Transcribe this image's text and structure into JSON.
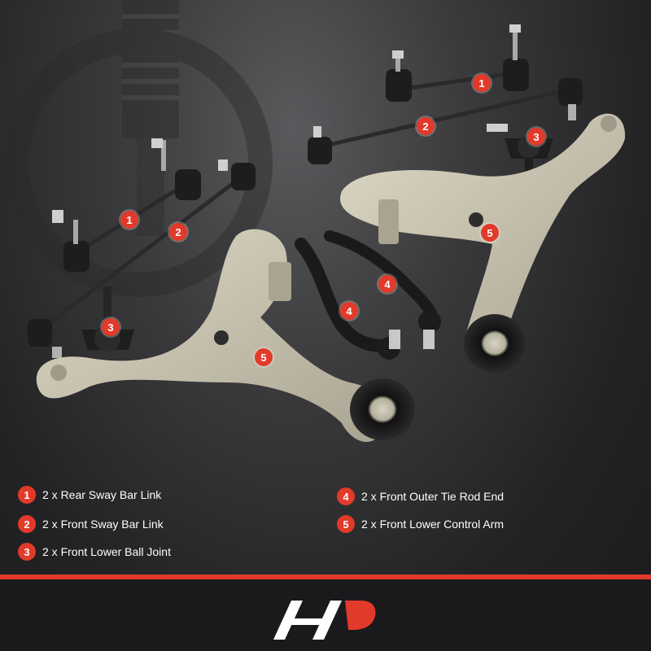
{
  "colors": {
    "accent": "#e23a2a",
    "background": "#1f1f21",
    "text": "#ffffff",
    "arm": "#c9c5b3"
  },
  "legend": {
    "items": [
      {
        "number": "1",
        "label": "2 x Rear Sway Bar Link"
      },
      {
        "number": "2",
        "label": "2 x Front Sway Bar Link"
      },
      {
        "number": "3",
        "label": "2 x Front Lower Ball Joint"
      },
      {
        "number": "4",
        "label": "2 x Front Outer Tie Rod End"
      },
      {
        "number": "5",
        "label": "2 x Front Lower Control Arm"
      }
    ]
  },
  "callouts": {
    "rear_sway_link_right": "1",
    "front_sway_link_right": "2",
    "ball_joint_right": "3",
    "control_arm_right": "5",
    "rear_sway_link_left": "1",
    "front_sway_link_left": "2",
    "tie_rod_upper": "4",
    "tie_rod_lower": "4",
    "ball_joint_left": "3",
    "control_arm_left": "5"
  },
  "logo": {
    "icon": "a-premium-logo-icon"
  }
}
